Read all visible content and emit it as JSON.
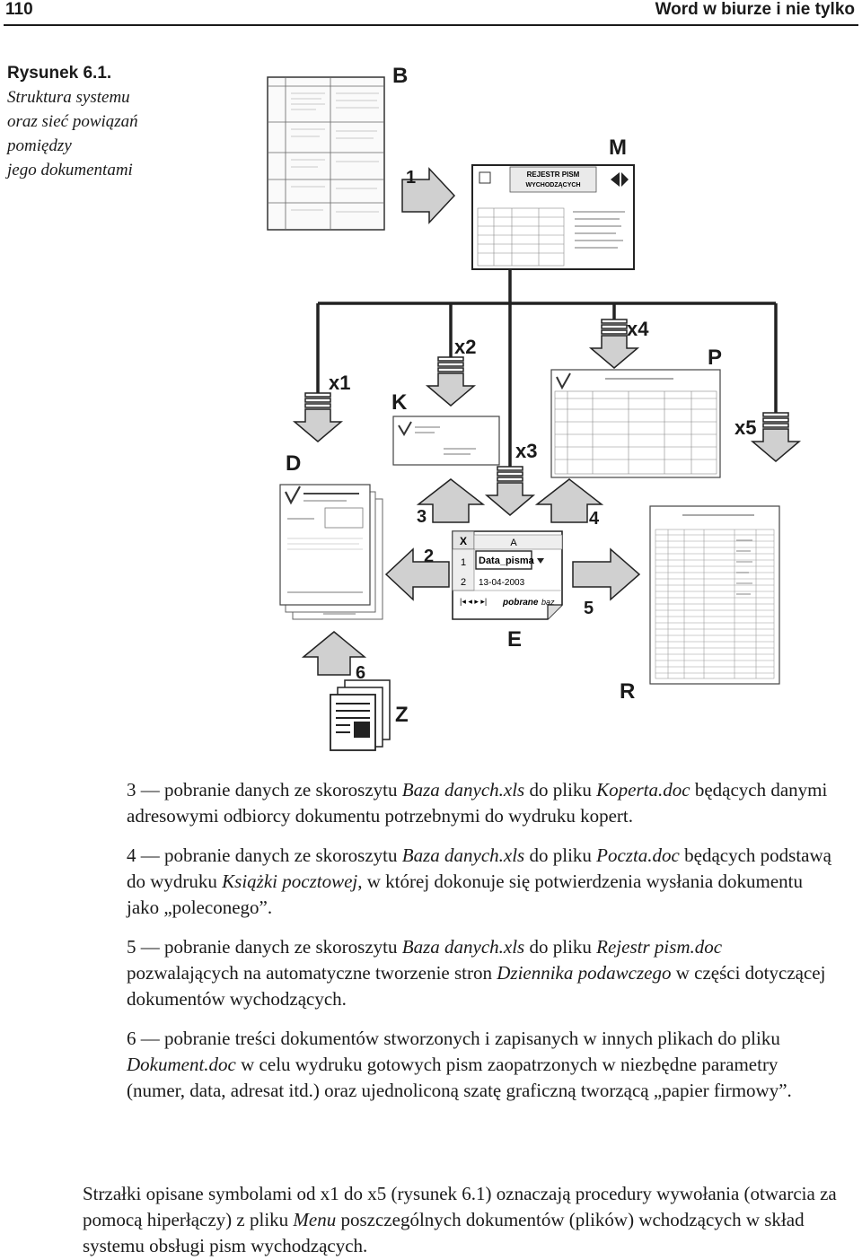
{
  "header": {
    "page_number": "110",
    "book_title": "Word w biurze i nie tylko"
  },
  "caption": {
    "label": "Rysunek 6.1.",
    "lines": [
      "Struktura systemu",
      "oraz sieć powiązań",
      "pomiędzy",
      "jego dokumentami"
    ]
  },
  "diagram": {
    "letters": {
      "B": "B",
      "M": "M",
      "K": "K",
      "D": "D",
      "P": "P",
      "E": "E",
      "R": "R",
      "Z": "Z"
    },
    "numbers": {
      "n1": "1",
      "n2": "2",
      "n3": "3",
      "n4": "4",
      "n5": "5",
      "n6": "6"
    },
    "links": {
      "x1": "x1",
      "x2": "x2",
      "x3": "x3",
      "x4": "x4",
      "x5": "x5"
    },
    "menu_doc_title_1": "REJESTR PISM",
    "menu_doc_title_2": "WYCHODZĄCYCH",
    "excel_col": "A",
    "excel_rows": [
      "1",
      "2"
    ],
    "excel_cell_1": "Data_pisma",
    "excel_cell_2": "13-04-2003",
    "excel_sheet_tab": "pobrane",
    "excel_sheet_tab2": "baz"
  },
  "list": [
    {
      "num": "3",
      "t1": "pobranie danych ze skoroszytu ",
      "i1": "Baza danych.xls",
      "t2": " do pliku ",
      "i2": "Koperta.doc",
      "t3": " będących danymi adresowymi odbiorcy dokumentu potrzebnymi do wydruku kopert."
    },
    {
      "num": "4",
      "t1": "pobranie danych ze skoroszytu ",
      "i1": "Baza danych.xls",
      "t2": " do pliku ",
      "i2": "Poczta.doc",
      "t3": " będących podstawą do wydruku ",
      "i3": "Książki pocztowej",
      "t4": ", w której dokonuje się potwierdzenia wysłania dokumentu jako „poleconego”."
    },
    {
      "num": "5",
      "t1": "pobranie danych ze skoroszytu ",
      "i1": "Baza danych.xls",
      "t2": " do pliku ",
      "i2": "Rejestr pism.doc",
      "t3": " pozwalających na automatyczne tworzenie stron ",
      "i3": "Dziennika podawczego",
      "t4": " w części dotyczącej dokumentów wychodzących."
    },
    {
      "num": "6",
      "t1": "pobranie treści dokumentów stworzonych i zapisanych w innych plikach do pliku ",
      "i1": "Dokument.doc",
      "t2": " w celu wydruku gotowych pism zaopatrzonych w niezbędne parametry (numer, data, adresat itd.) oraz ujednoliconą szatę graficzną tworzącą „papier firmowy”."
    }
  ],
  "final": {
    "t1": "Strzałki opisane symbolami od x1 do x5 (rysunek 6.1) oznaczają procedury wywołania (otwarcia za pomocą hiperłączy) z pliku ",
    "i1": "Menu",
    "t2": " poszczególnych dokumentów (plików) wchodzących w skład systemu obsługi pism wychodzących."
  }
}
